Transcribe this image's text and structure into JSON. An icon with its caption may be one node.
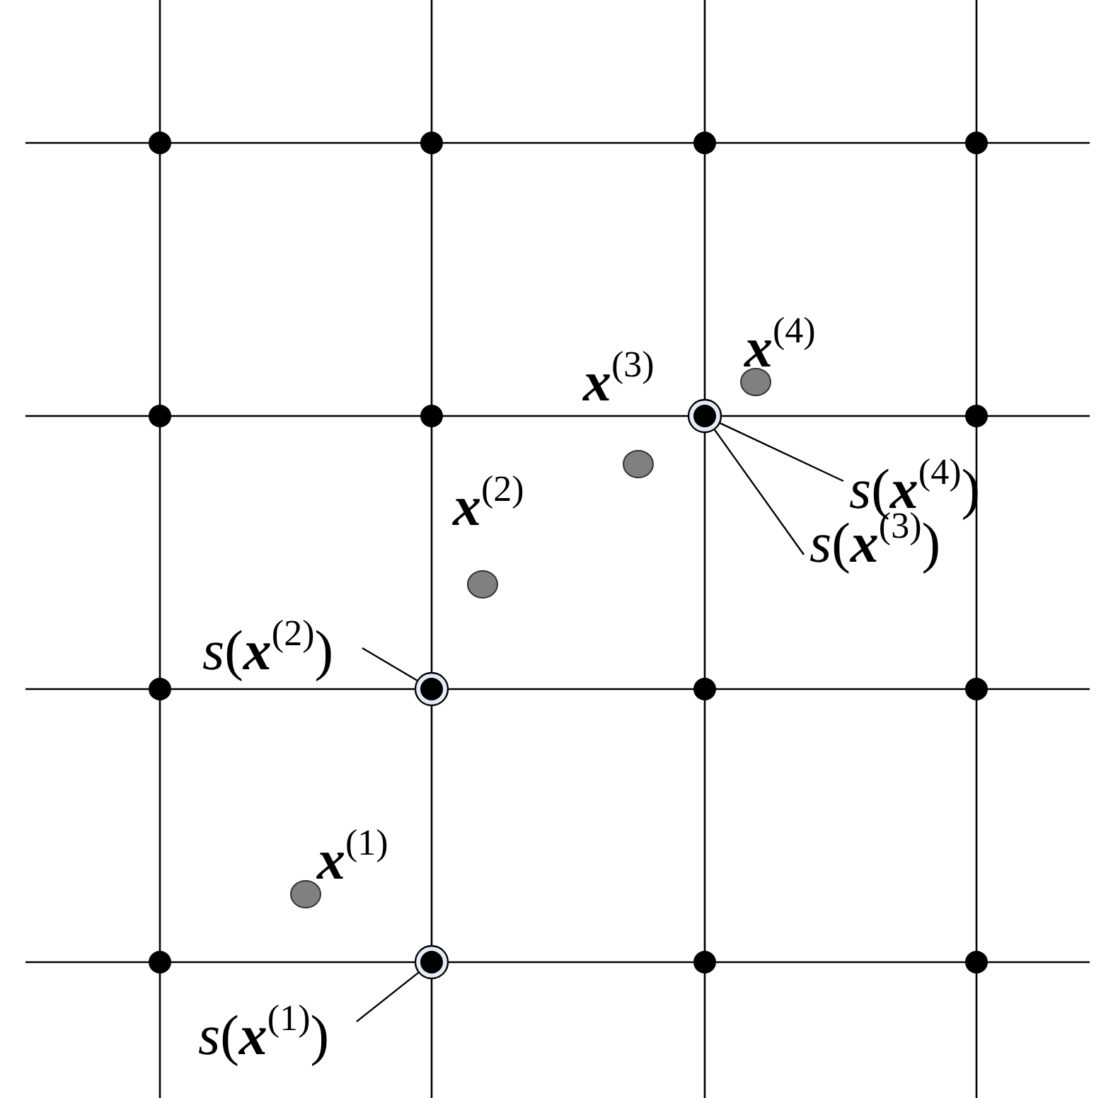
{
  "diagram": {
    "nodes": [
      {
        "text": [
          "*s*(**x**$^{(4)}$)"
        ]
      },
      {
        "text": [
          "*s*(**x**$^{(3)}$)"
        ]
      },
      {
        "text": [
          "*s*(**x**$^{(2)}$)"
        ]
      },
      {
        "text": [
          "*s*(**x**$^{(1)}$)"
        ]
      },
      {
        "text": [],
        "shape": "circle"
      },
      {
        "text": [],
        "shape": "circle"
      },
      {
        "text": [],
        "shape": "circle"
      }
    ],
    "edges": [
      {
        "from": 0,
        "to": 4,
        "arrow": "none"
      },
      {
        "from": 1,
        "to": 4,
        "arrow": "none"
      },
      {
        "from": 2,
        "to": 5,
        "arrow": "none"
      },
      {
        "from": 3,
        "to": 6,
        "arrow": "none"
      }
    ],
    "labels": [
      "**x**$^{(4)}$",
      "**x**$^{(3)}$",
      "**x**$^{(2)}$",
      "**x**$^{(1)}$"
    ]
  }
}
